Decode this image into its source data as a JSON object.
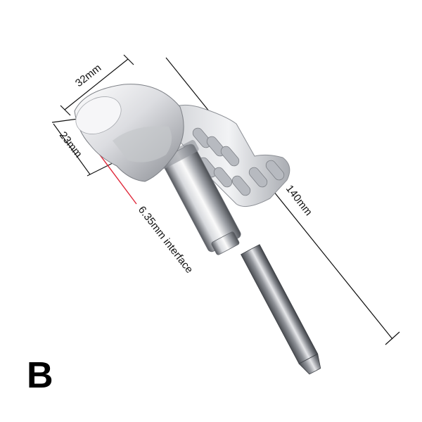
{
  "labels": {
    "width_dim": "32mm",
    "head_dim": "23mm",
    "length_dim": "140mm",
    "interface_note": "6.35mm interface",
    "variant_letter": "B"
  },
  "colors": {
    "accent_line": "#e0283a",
    "dimension_line": "#111111",
    "metal_light": "#f4f4f6",
    "metal_mid": "#b9bcc2",
    "metal_dark": "#5d6066"
  }
}
